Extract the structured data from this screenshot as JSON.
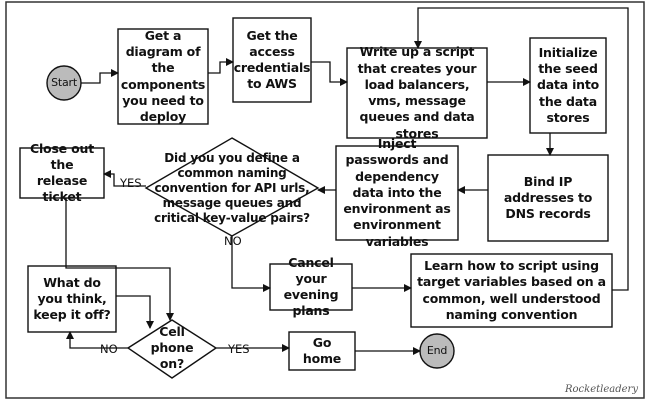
{
  "nodes": {
    "start": "Start",
    "diagram": "Get a diagram of the components you need to deploy",
    "aws": "Get the access credentials to AWS",
    "script": "Write up a script that creates your load balancers, vms, message queues and data stores",
    "seed": "Initialize the seed data into the data stores",
    "bind_ip": "Bind IP addresses to DNS records",
    "inject": "Inject passwords and dependency data into the environment as environment variables",
    "decision_naming": "Did you you define a common naming convention for API urls, message queues and critical key-value pairs?",
    "close_ticket": "Close out the release ticket",
    "cancel_plans": "Cancel your evening plans",
    "learn": "Learn how to script using target variables based on a common, well understood naming convention",
    "what_do_you": "What do you think, keep it off?",
    "cell_phone": "Cell phone on?",
    "go_home": "Go home",
    "end": "End"
  },
  "edges": {
    "yes_naming": "YES",
    "no_naming": "NO",
    "no_phone": "NO",
    "yes_phone": "YES"
  },
  "signature": "Rocketleadery"
}
